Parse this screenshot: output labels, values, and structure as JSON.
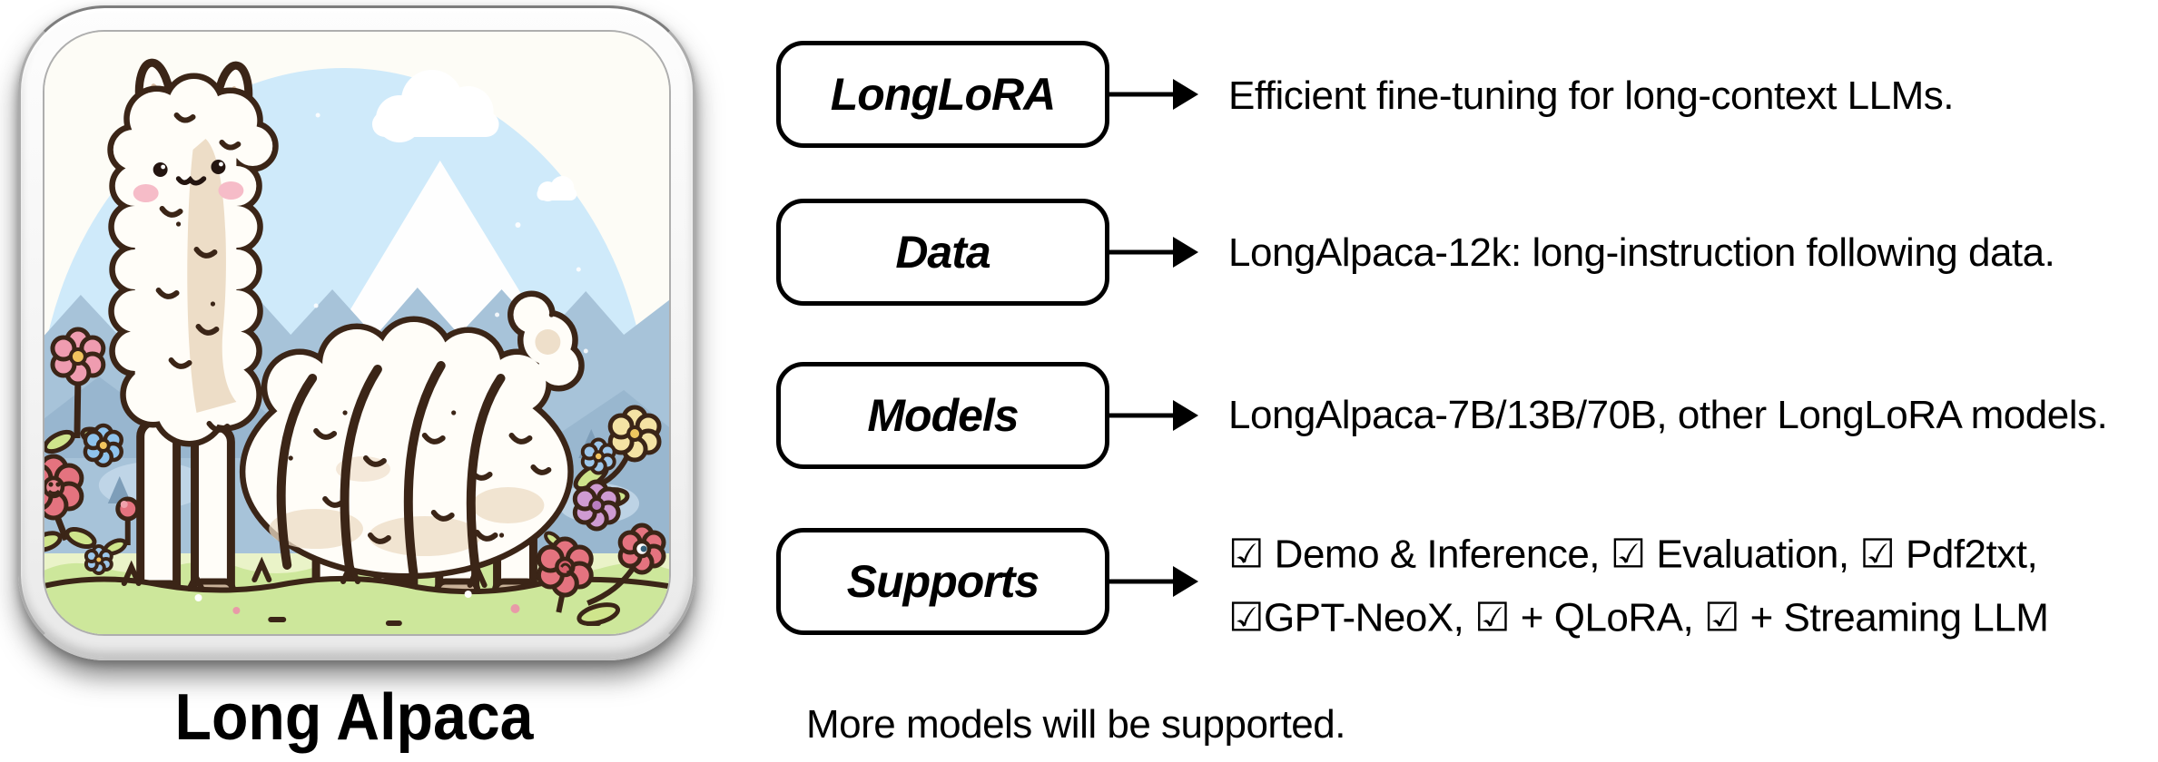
{
  "icon": {
    "caption": "Long Alpaca"
  },
  "rows": [
    {
      "label": "LongLoRA",
      "description": "Efficient fine-tuning for long-context LLMs."
    },
    {
      "label": "Data",
      "description": "LongAlpaca-12k: long-instruction following data."
    },
    {
      "label": "Models",
      "description": "LongAlpaca-7B/13B/70B, other LongLoRA models."
    },
    {
      "label": "Supports",
      "lines": [
        "☑ Demo & Inference, ☑ Evaluation, ☑ Pdf2txt,",
        "☑GPT-NeoX, ☑ + QLoRA, ☑ + Streaming LLM"
      ]
    }
  ],
  "footnote": "More models will be supported.",
  "colors": {
    "line": "#000000",
    "sky": "#cfeafa",
    "mountain": "#a7c3d9",
    "grass": "#cde79b",
    "wool_outline": "#3b2517"
  }
}
